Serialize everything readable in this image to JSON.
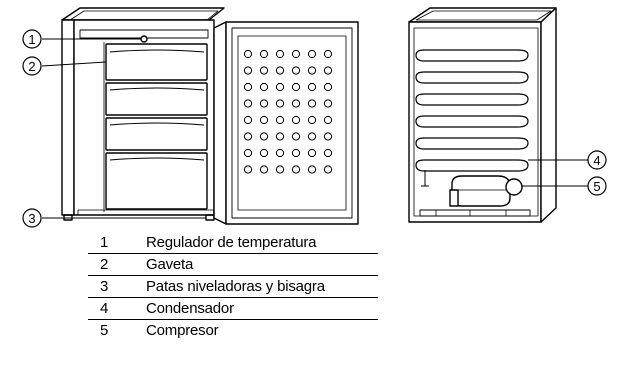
{
  "callouts": [
    {
      "num": "1",
      "label": "Regulador de temperatura"
    },
    {
      "num": "2",
      "label": "Gaveta"
    },
    {
      "num": "3",
      "label": "Patas niveladoras y bisagra"
    },
    {
      "num": "4",
      "label": "Condensador"
    },
    {
      "num": "5",
      "label": "Compresor"
    }
  ],
  "colors": {
    "line": "#000000",
    "background": "#ffffff"
  }
}
